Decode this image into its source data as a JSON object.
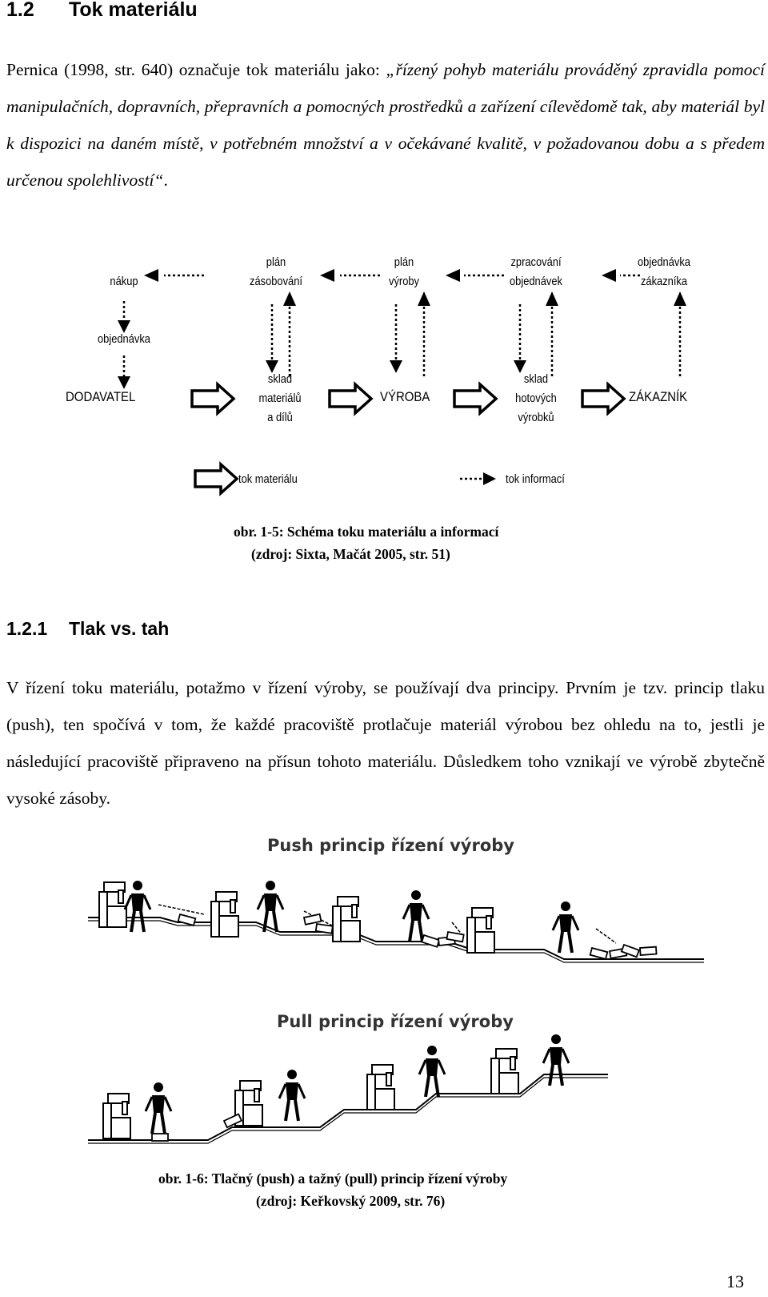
{
  "heading": {
    "number": "1.2",
    "title": "Tok materiálu"
  },
  "paragraph1": {
    "intro": "Pernica (1998, str. 640) označuje tok materiálu jako: ",
    "quote": "„řízený pohyb materiálu prováděný zpravidla pomocí manipulačních, dopravních, přepravních a pomocných prostředků a zařízení cílevědomě tak, aby materiál byl k dispozici na daném místě, v potřebném množství a v očekávané kvalitě, v požadovanou dobu a s předem určenou spolehlivostí“",
    "end": "."
  },
  "figure1": {
    "labels": {
      "nakup": "nákup",
      "objednavka": "objednávka",
      "plan_zasobovani_1": "plán",
      "plan_zasobovani_2": "zásobování",
      "plan_vyroby_1": "plán",
      "plan_vyroby_2": "výroby",
      "zpracovani_1": "zpracování",
      "zpracovani_2": "objednávek",
      "obj_zakaznika_1": "objednávka",
      "obj_zakaznika_2": "zákazníka",
      "sklad_mat_1": "sklad",
      "sklad_mat_2": "materiálů",
      "sklad_mat_3": "a dílů",
      "sklad_hot_1": "sklad",
      "sklad_hot_2": "hotových",
      "sklad_hot_3": "výrobků"
    },
    "nodes": {
      "dodavatel": "DODAVATEL",
      "vyroba": "VÝROBA",
      "zakaznik": "ZÁKAZNÍK"
    },
    "legend": {
      "material": "tok materiálu",
      "info": "tok informací"
    },
    "caption_line1": "obr. 1-5: Schéma toku materiálu a informací",
    "caption_line2": "(zdroj: Sixta, Mačát 2005, str. 51)"
  },
  "subheading": {
    "number": "1.2.1",
    "title": "Tlak vs. tah"
  },
  "paragraph2": "V řízení toku materiálu, potažmo v řízení výroby, se používají dva principy. Prvním je tzv. princip tlaku (push), ten spočívá v tom, že každé pracoviště protlačuje materiál výrobou bez ohledu na to, jestli je následující pracoviště připraveno na přísun tohoto materiálu. Důsledkem toho vznikají ve výrobě zbytečně vysoké zásoby.",
  "figure2": {
    "push_title": "Push princip řízení výroby",
    "pull_title": "Pull princip řízení výroby",
    "caption_line1": "obr. 1-6: Tlačný (push) a tažný (pull) princip řízení výroby",
    "caption_line2": "(zdroj: Keřkovský 2009, str. 76)"
  },
  "page_number": "13"
}
